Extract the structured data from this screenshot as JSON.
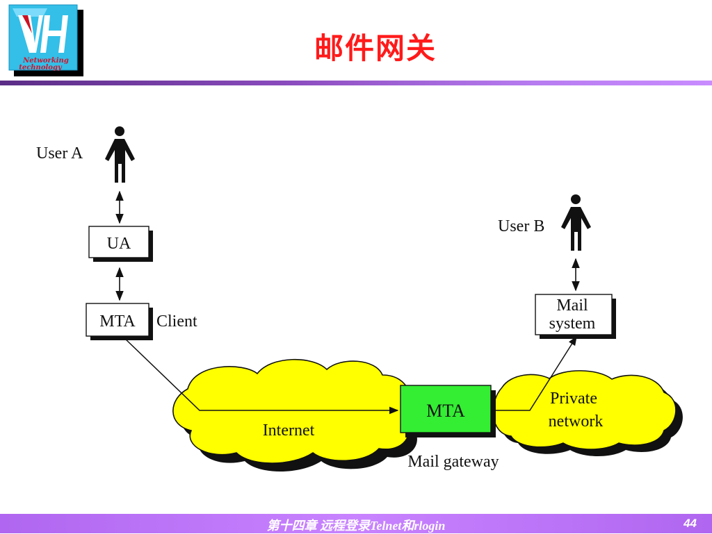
{
  "logo": {
    "letters": "VH",
    "line1": "Networking",
    "line2": "technology"
  },
  "title": "邮件网关",
  "diagram": {
    "user_a": "User A",
    "user_b": "User B",
    "ua": "UA",
    "mta_client": "MTA",
    "client": "Client",
    "mail_system_line1": "Mail",
    "mail_system_line2": "system",
    "mta_gateway": "MTA",
    "internet": "Internet",
    "private_line1": "Private",
    "private_line2": "network",
    "mail_gateway": "Mail gateway"
  },
  "colors": {
    "title": "#ff1a1a",
    "cloud": "#ffff00",
    "gateway_box": "#33ee33",
    "bar": "#c883ff"
  },
  "footer": {
    "text": "第十四章 远程登录Telnet和rlogin",
    "page": "44"
  }
}
